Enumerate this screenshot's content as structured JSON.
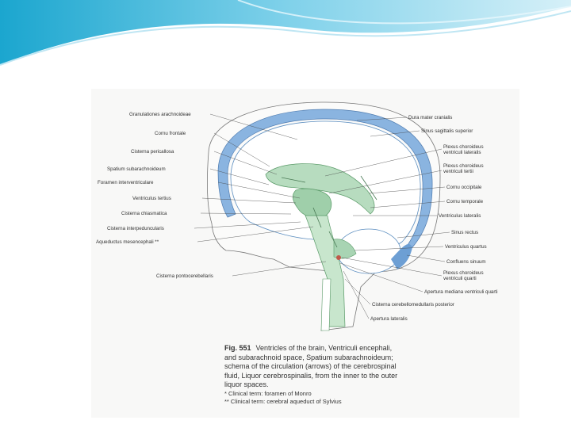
{
  "figure": {
    "labels_left": [
      "Granulationes arachnoideae",
      "Cornu frontale",
      "Cisterna pericallosa",
      "Spatium subarachnoideum",
      "Foramen interventriculare",
      "Ventriculus tertius",
      "Cisterna chiasmatica",
      "Cisterna interpeduncularis",
      "Aqueductus mesencephali **",
      "Cisterna pontocerebellaris"
    ],
    "labels_right": [
      "Dura mater cranialis",
      "Sinus sagittalis superior",
      "Plexus choroideus ventriculi lateralis",
      "Plexus choroideus ventriculi tertii",
      "Cornu occipitale",
      "Cornu temporale",
      "Ventriculus lateralis",
      "Sinus rectus",
      "Ventriculus quartus",
      "Confluens sinuum",
      "Plexus choroideus ventriculi quarti",
      "Apertura mediana ventriculi quarti",
      "Cisterna cerebellomedullaris posterior",
      "Apertura lateralis"
    ],
    "caption": {
      "fig_number": "Fig. 551",
      "lines": [
        "Ventricles of the brain, Ventriculi encephali,",
        "and subarachnoid space, Spatium subarachnoideum;",
        "schema of the circulation (arrows) of the cerebrospinal",
        "fluid, Liquor cerebrospinalis, from the inner to the outer",
        "liquor spaces."
      ],
      "notes": [
        "* Clinical term: foramen of Monro",
        "** Clinical term: cerebral aqueduct of Sylvius"
      ]
    }
  }
}
